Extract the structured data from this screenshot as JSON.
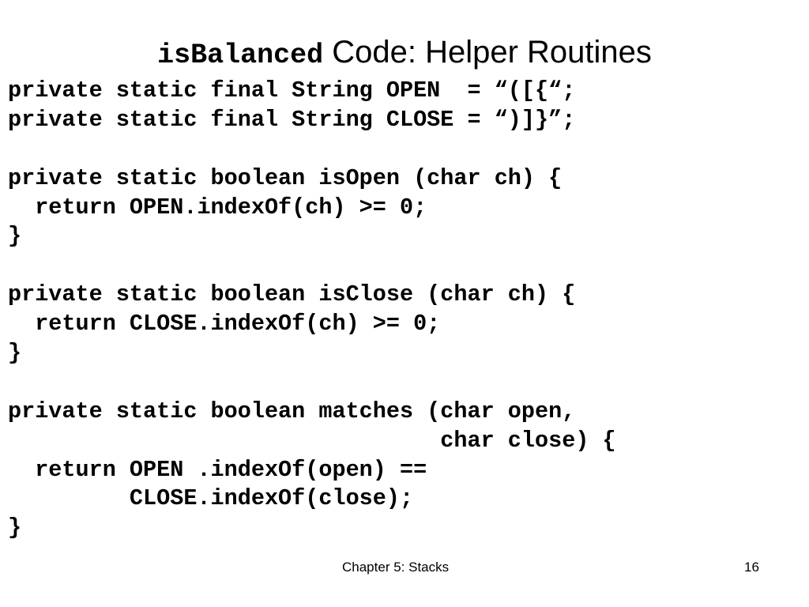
{
  "slide": {
    "title": {
      "code_part": "isBalanced",
      "text_part": " Code: Helper Routines"
    },
    "code_lines": [
      "private static final String OPEN  = “([{“;",
      "private static final String CLOSE = “)]}”;",
      "",
      "private static boolean isOpen (char ch) {",
      "  return OPEN.indexOf(ch) >= 0;",
      "}",
      "",
      "private static boolean isClose (char ch) {",
      "  return CLOSE.indexOf(ch) >= 0;",
      "}",
      "",
      "private static boolean matches (char open,",
      "                                char close) {",
      "  return OPEN .indexOf(open) ==",
      "         CLOSE.indexOf(close);",
      "}"
    ],
    "footer": {
      "chapter": "Chapter 5: Stacks",
      "page_number": "16"
    }
  }
}
